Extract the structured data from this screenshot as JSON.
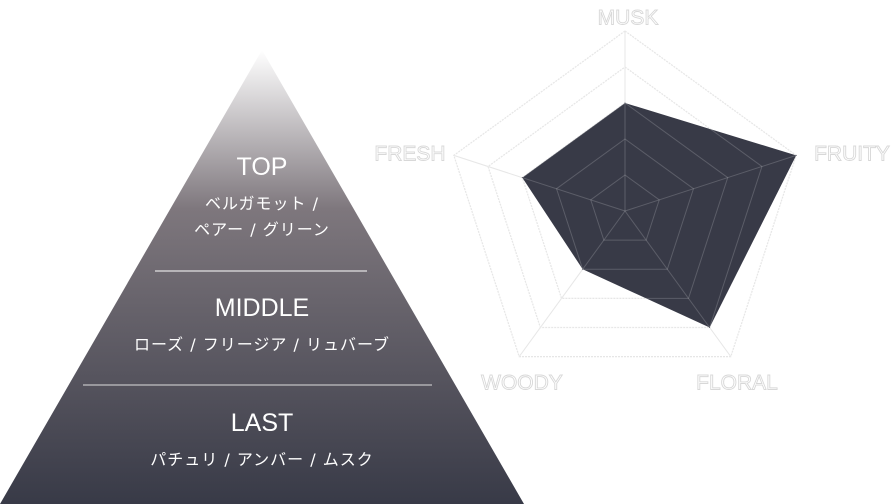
{
  "pyramid": {
    "top": {
      "title": "TOP",
      "notes_line1": "ベルガモット /",
      "notes_line2": "ペアー / グリーン"
    },
    "middle": {
      "title": "MIDDLE",
      "notes": "ローズ / フリージア / リュバーブ"
    },
    "last": {
      "title": "LAST",
      "notes": "パチュリ / アンバー / ムスク"
    },
    "colors": {
      "top": "#ffffff",
      "bottom": "#383a47"
    }
  },
  "chart_data": {
    "type": "radar",
    "categories": [
      "MUSK",
      "FRUITY",
      "FLORAL",
      "WOODY",
      "FRESH"
    ],
    "values": [
      3,
      5,
      4,
      2,
      3
    ],
    "range": [
      0,
      5
    ],
    "levels": 5,
    "fill_color": "#383a47",
    "grid": true
  }
}
